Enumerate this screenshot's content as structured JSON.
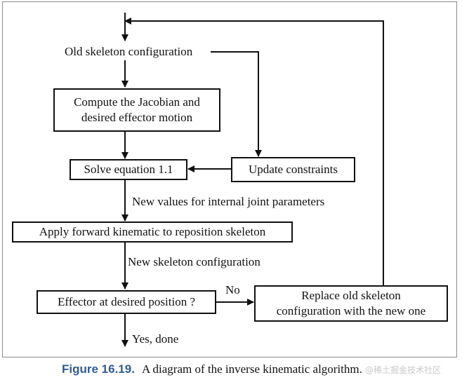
{
  "diagram": {
    "nodes": {
      "old_config": "Old skeleton configuration",
      "compute_jacobian": "Compute the Jacobian and desired effector motion",
      "solve_equation": "Solve equation 1.1",
      "update_constraints": "Update constraints",
      "apply_forward": "Apply forward kinematic to reposition skeleton",
      "effector_check": "Effector at desired position ?",
      "replace_config": "Replace old skeleton configuration with the new one"
    },
    "edge_labels": {
      "new_joint_values": "New values for internal joint parameters",
      "new_config": "New skeleton configuration",
      "no": "No",
      "yes_done": "Yes, done"
    },
    "colors": {
      "ink": "#111111",
      "frame": "#8a8a8a",
      "caption_accent": "#2f5c8f"
    }
  },
  "caption": {
    "figure_number": "Figure 16.19.",
    "text": "A diagram of the inverse kinematic algorithm."
  },
  "watermark": "@稀土掘金技术社区"
}
